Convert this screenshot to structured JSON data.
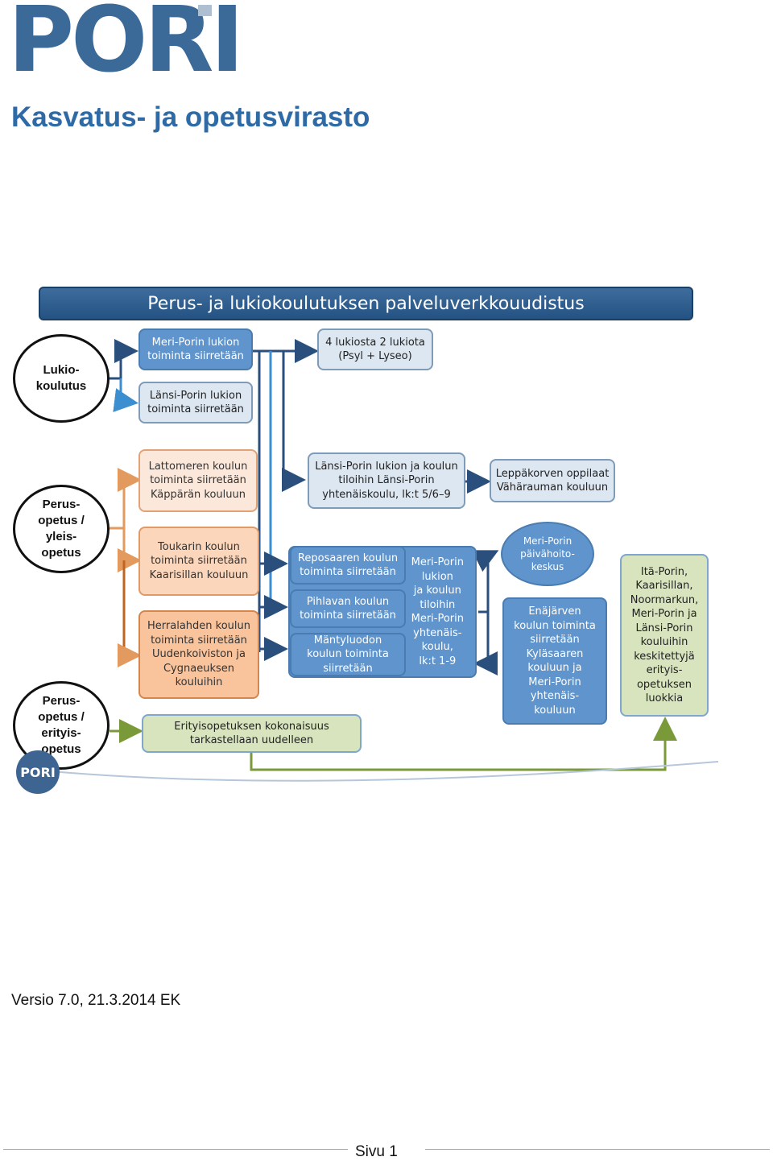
{
  "header": {
    "logo": "PORI",
    "subtitle": "Kasvatus- ja opetusvirasto"
  },
  "diagram": {
    "title": "Perus- ja lukiokoulutuksen palveluverkkouudistus",
    "circles": {
      "lukio": "Lukio-\nkoulutus",
      "perus_yleis": "Perus-\nopetus /\nyleis-\nopetus",
      "perus_erityis": "Perus-\nopetus /\nerityis-\nopetus"
    },
    "boxes": {
      "meri_porin_lukio": "Meri-Porin lukion\ntoiminta siirretään",
      "lansi_porin_lukio": "Länsi-Porin lukion\ntoiminta siirretään",
      "neljasta_kaksi": "4 lukiosta 2 lukiota\n(Psyl + Lyseo)",
      "lattomeri": "Lattomeren koulun\ntoiminta siirretään\nKäppärän kouluun",
      "toukari": "Toukarin koulun\ntoiminta siirretään\nKaarisillan kouluun",
      "herralahti": "Herralahden koulun\ntoiminta siirretään\nUudenkoiviston ja\nCygnaeuksen\nkouluihin",
      "lansi_porin_yhtenais": "Länsi-Porin lukion ja koulun\ntiloihin Länsi-Porin\nyhtenäiskoulu, lk:t 5/6–9",
      "leppakorpi": "Leppäkorven oppilaat\nVähärauman kouluun",
      "reposaari": "Reposaaren koulun\ntoiminta siirretään",
      "pihlava": "Pihlavan koulun\ntoiminta siirretään",
      "mantyluoto": "Mäntyluodon\nkoulun toiminta\nsiirretään",
      "meri_porin_yhtenais": "Meri-Porin\nlukion\nja koulun\ntiloihin\nMeri-Porin\nyhtenäis-\nkoulu,\nlk:t 1-9",
      "paivahoito": "Meri-Porin\npäivähoito-\nkeskus",
      "enajarvi": "Enäjärven\nkoulun toiminta\nsiirretään\nKyläsaaren\nkouluun ja\nMeri-Porin\nyhtenäis-\nkouluun",
      "ita_pori": "Itä-Porin,\nKaarisillan,\nNoormarkun,\nMeri-Porin ja\nLänsi-Porin\nkouluihin\nkeskitettyjä\nerityis-\nopetuksen\nluokkia",
      "erityisopetus": "Erityisopetuksen kokonaisuus\ntarkastellaan uudelleen"
    },
    "seal": "PORI",
    "colors": {
      "banner": "#2f5f8f",
      "blue_box": "#5f94cc",
      "light_box": "#dde7f2",
      "peach_box": "#fbd6bb",
      "green_box": "#d7e4bd",
      "arrow_blue_dark": "#2a4f7c",
      "arrow_blue_light": "#3b8fd0",
      "arrow_orange": "#c0651f",
      "arrow_green": "#7a9a3a"
    }
  },
  "footer": {
    "version": "Versio 7.0, 21.3.2014 EK",
    "page": "Sivu 1"
  }
}
